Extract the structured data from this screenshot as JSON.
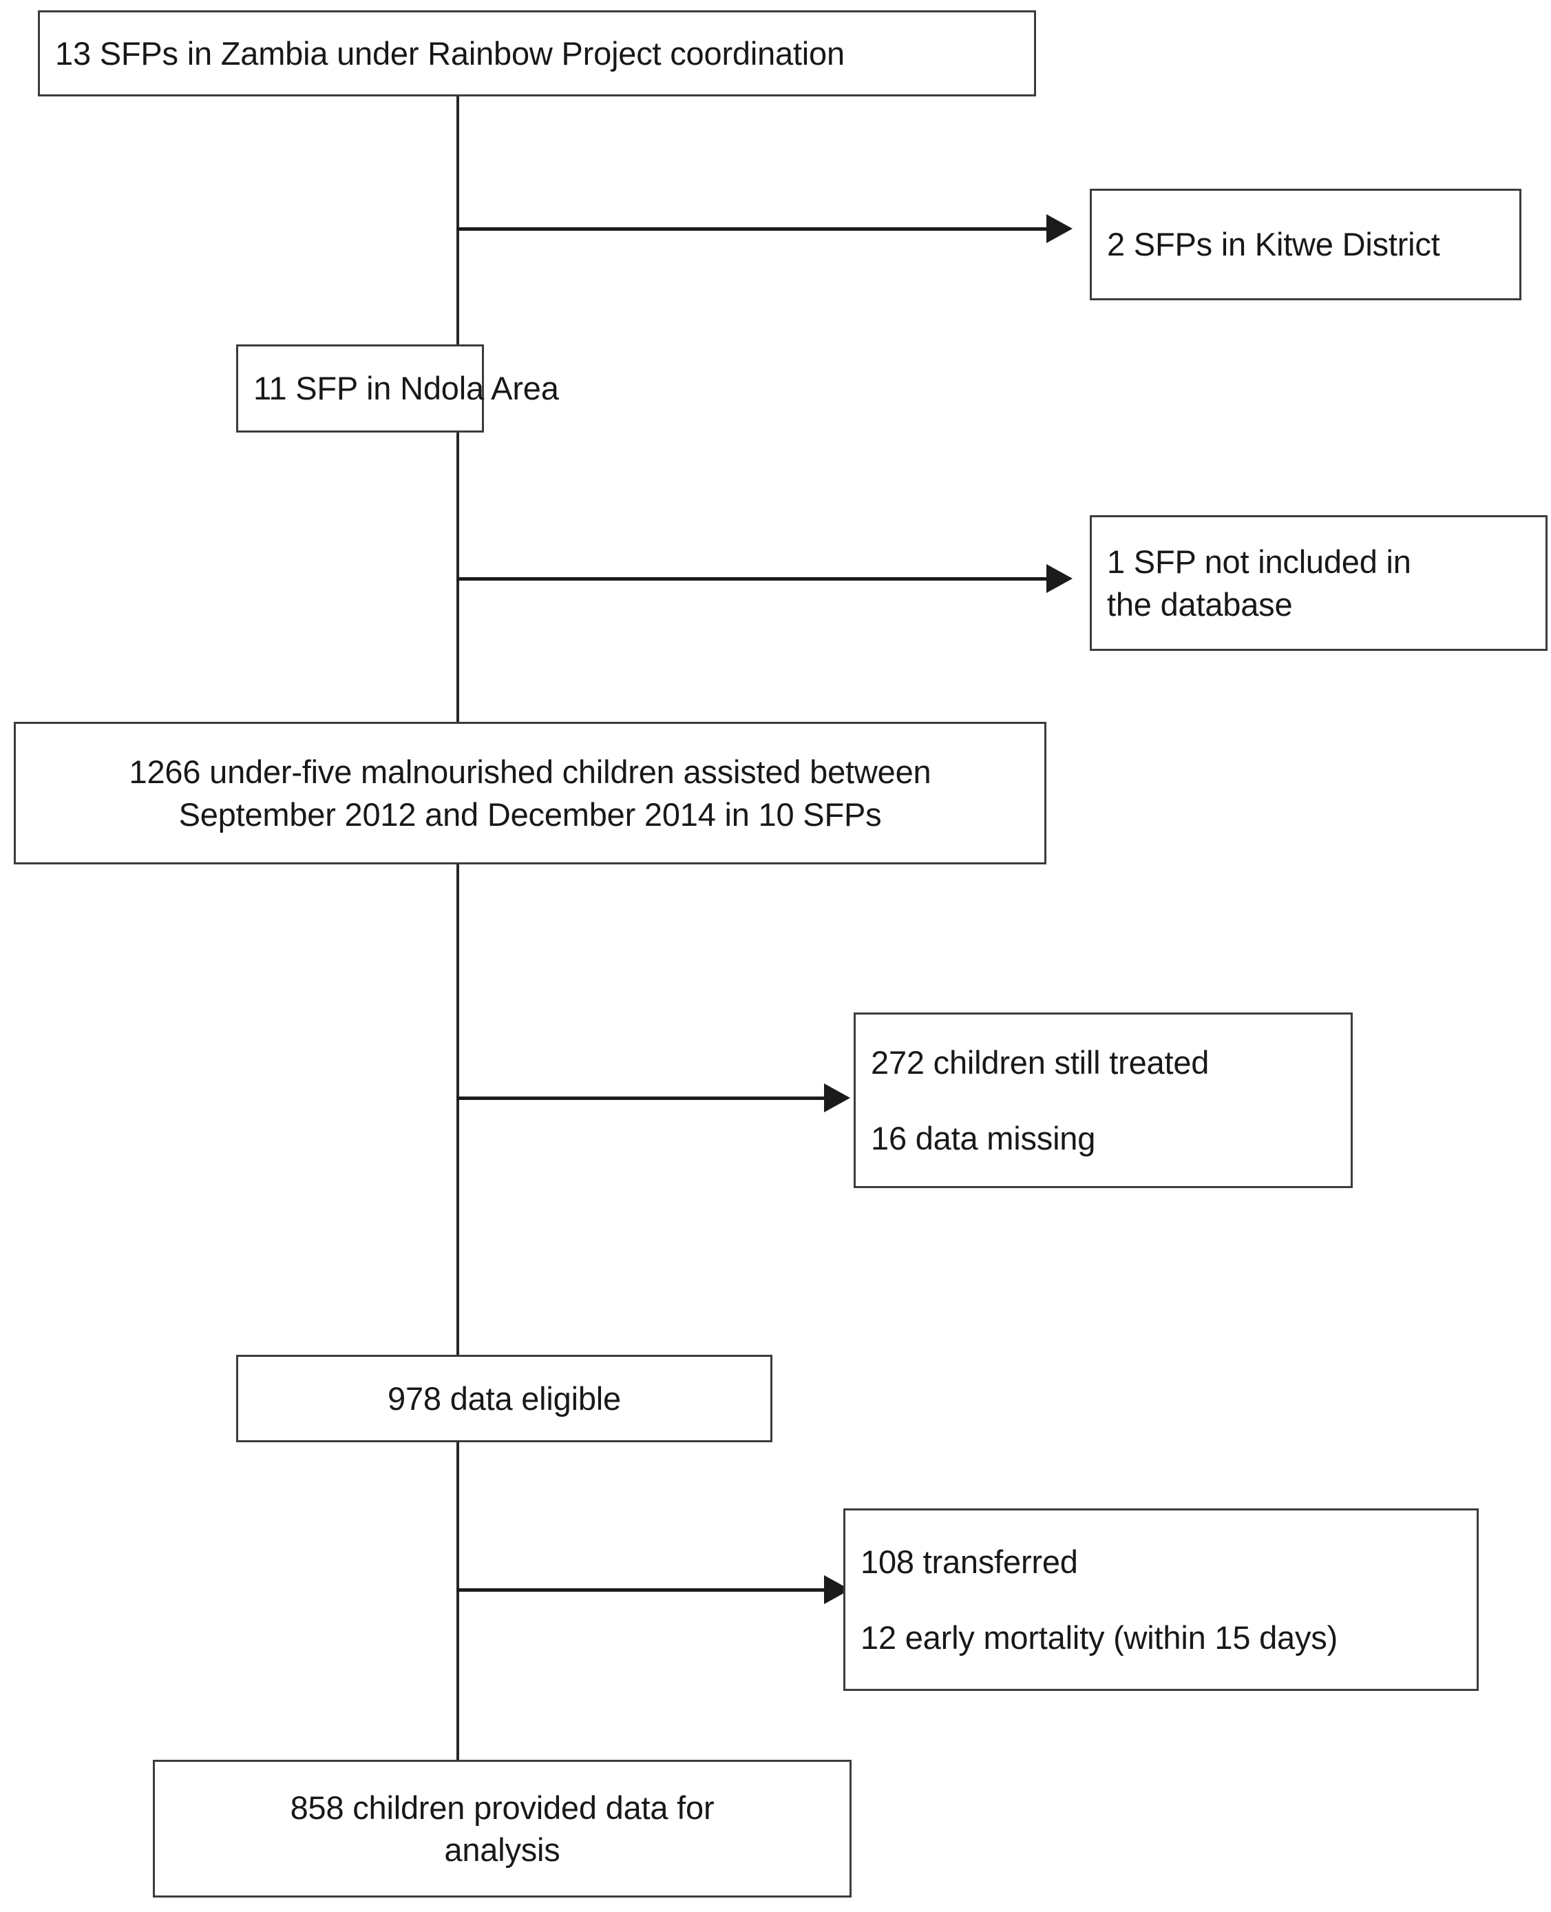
{
  "diagram": {
    "type": "flowchart",
    "title": "Study participant flow diagram",
    "orientation": "top-to-bottom with right-side exclusion branches",
    "colors": {
      "box_border": "#3c3c3c",
      "connector": "#1b1b1b",
      "text": "#181818",
      "background": "#ffffff"
    },
    "nodes": {
      "total_sfps": {
        "id": "total-sfps",
        "lines": [
          "13 SFPs in Zambia under Rainbow Project coordination"
        ],
        "align": "left"
      },
      "kitwe": {
        "id": "kitwe",
        "lines": [
          "2 SFPs in Kitwe District"
        ],
        "align": "left"
      },
      "ndola": {
        "id": "ndola",
        "lines": [
          "11 SFP in Ndola Area"
        ],
        "align": "left"
      },
      "not_included": {
        "id": "not-included",
        "lines": [
          "1 SFP not included in",
          "the database"
        ],
        "align": "left"
      },
      "assisted": {
        "id": "assisted",
        "lines": [
          "1266 under-five malnourished children assisted between",
          "September 2012 and December 2014 in 10 SFPs"
        ],
        "align": "center"
      },
      "still_treated": {
        "id": "still-treated",
        "lines": [
          "272 children still treated",
          "16 data missing"
        ],
        "align": "left"
      },
      "eligible": {
        "id": "eligible",
        "lines": [
          "978 data eligible"
        ],
        "align": "center"
      },
      "transferred": {
        "id": "transferred",
        "lines": [
          "108 transferred",
          "12 early mortality (within 15 days)"
        ],
        "align": "left"
      },
      "analysis": {
        "id": "analysis",
        "lines": [
          "858 children provided data for",
          "analysis"
        ],
        "align": "center"
      }
    },
    "flow_numbers": {
      "sfps_total": 13,
      "sfps_kitwe_excluded": 2,
      "sfps_ndola": 11,
      "sfps_not_in_database": 1,
      "sfps_analysed": 10,
      "children_assisted": 1266,
      "children_still_treated": 272,
      "data_missing": 16,
      "data_eligible": 978,
      "transferred": 108,
      "early_mortality": 12,
      "children_analysed": 858
    },
    "edges": [
      {
        "from": "total_sfps",
        "to": "kitwe",
        "kind": "exclusion-arrow"
      },
      {
        "from": "total_sfps",
        "to": "ndola",
        "kind": "main-line"
      },
      {
        "from": "ndola",
        "to": "not_included",
        "kind": "exclusion-arrow"
      },
      {
        "from": "ndola",
        "to": "assisted",
        "kind": "main-line"
      },
      {
        "from": "assisted",
        "to": "still_treated",
        "kind": "exclusion-arrow"
      },
      {
        "from": "assisted",
        "to": "eligible",
        "kind": "main-line"
      },
      {
        "from": "eligible",
        "to": "transferred",
        "kind": "exclusion-arrow"
      },
      {
        "from": "eligible",
        "to": "analysis",
        "kind": "main-line"
      }
    ]
  }
}
